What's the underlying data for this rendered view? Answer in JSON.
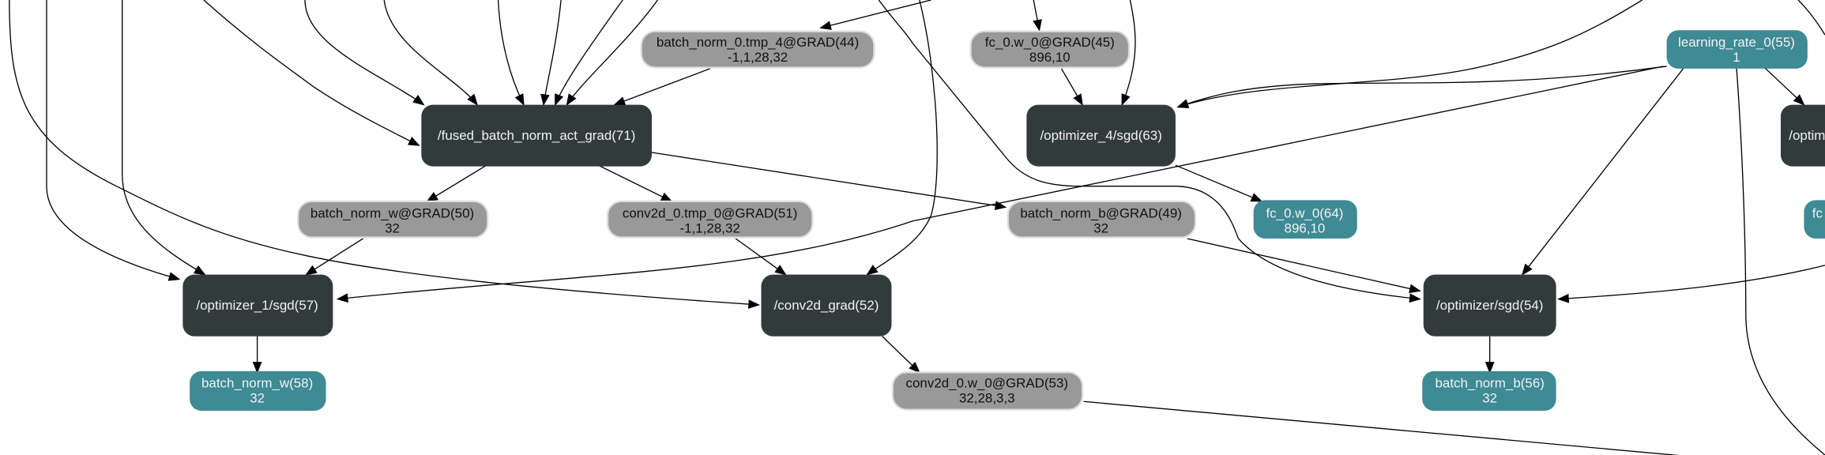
{
  "graph": {
    "colors": {
      "op": "#323b3b",
      "var": "#999999",
      "param": "#3e8a95"
    },
    "nodes": {
      "bn0_tmp4_grad": {
        "l1": "batch_norm_0.tmp_4@GRAD(44)",
        "l2": "-1,1,28,32"
      },
      "fc0_w0_grad": {
        "l1": "fc_0.w_0@GRAD(45)",
        "l2": "896,10"
      },
      "learning_rate": {
        "l1": "learning_rate_0(55)",
        "l2": "1"
      },
      "fused_grad": {
        "l1": "/fused_batch_norm_act_grad(71)"
      },
      "optimizer_4": {
        "l1": "/optimizer_4/sgd(63)"
      },
      "optimizer_partial": {
        "l1": "/optim"
      },
      "bn_w_grad": {
        "l1": "batch_norm_w@GRAD(50)",
        "l2": "32"
      },
      "conv_tmp0_grad": {
        "l1": "conv2d_0.tmp_0@GRAD(51)",
        "l2": "-1,1,28,32"
      },
      "bn_b_grad": {
        "l1": "batch_norm_b@GRAD(49)",
        "l2": "32"
      },
      "fc0_w0": {
        "l1": "fc_0.w_0(64)",
        "l2": "896,10"
      },
      "fc_partial": {
        "l1": "fc"
      },
      "optimizer_1": {
        "l1": "/optimizer_1/sgd(57)"
      },
      "conv_grad": {
        "l1": "/conv2d_grad(52)"
      },
      "optimizer": {
        "l1": "/optimizer/sgd(54)"
      },
      "bn_w": {
        "l1": "batch_norm_w(58)",
        "l2": "32"
      },
      "conv_w0_grad": {
        "l1": "conv2d_0.w_0@GRAD(53)",
        "l2": "32,28,3,3"
      },
      "bn_b": {
        "l1": "batch_norm_b(56)",
        "l2": "32"
      }
    }
  }
}
